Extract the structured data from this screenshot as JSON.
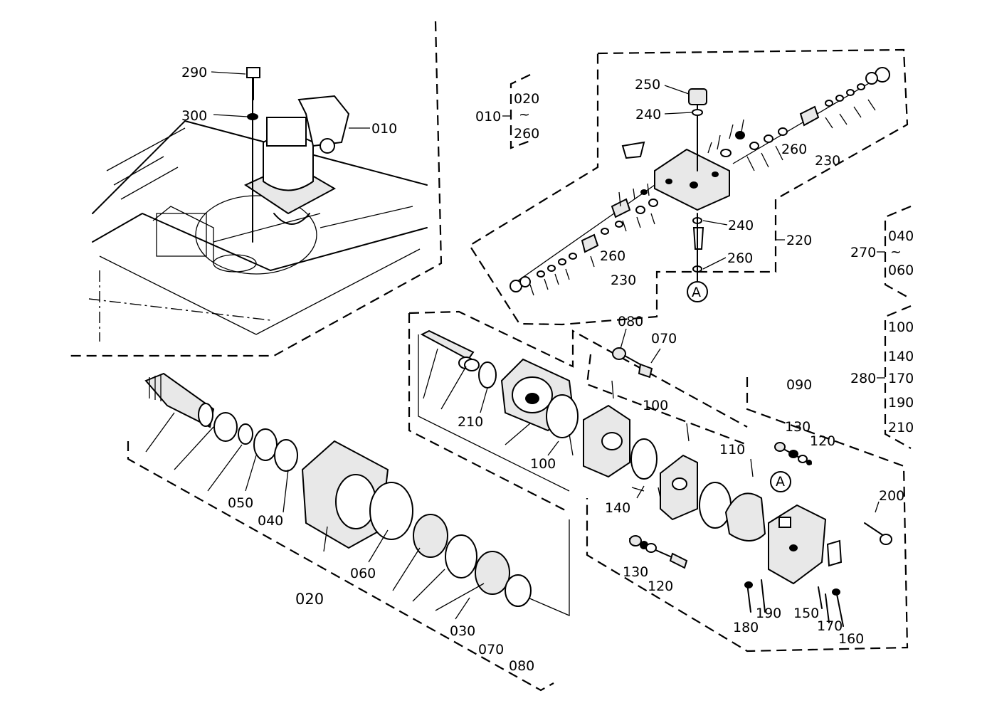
{
  "callouts": {
    "c290": "290",
    "c300": "300",
    "c010": "010",
    "c010b": "010",
    "c020top": "020",
    "c260top": "260",
    "c250": "250",
    "c240a": "240",
    "c240b": "240",
    "c260a": "260",
    "c260b": "260",
    "c260c": "260",
    "c230a": "230",
    "c230b": "230",
    "c220": "220",
    "c270": "270",
    "c040r": "040",
    "c060r": "060",
    "c080t": "080",
    "c070t": "070",
    "c090": "090",
    "c210": "210",
    "c100a": "100",
    "c100b": "100",
    "c110": "110",
    "c140": "140",
    "c130a": "130",
    "c120a": "120",
    "c130b": "130",
    "c120b": "120",
    "c200": "200",
    "c280": "280",
    "c100r": "100",
    "c140r": "140",
    "c170r": "170",
    "c190r": "190",
    "c210r": "210",
    "c150": "150",
    "c170": "170",
    "c160": "160",
    "c180": "180",
    "c190": "190",
    "c050": "050",
    "c040": "040",
    "c060": "060",
    "c020": "020",
    "c030": "030",
    "c070b": "070",
    "c080b": "080",
    "markerA1": "A",
    "markerA2": "A",
    "tilde": "~"
  }
}
